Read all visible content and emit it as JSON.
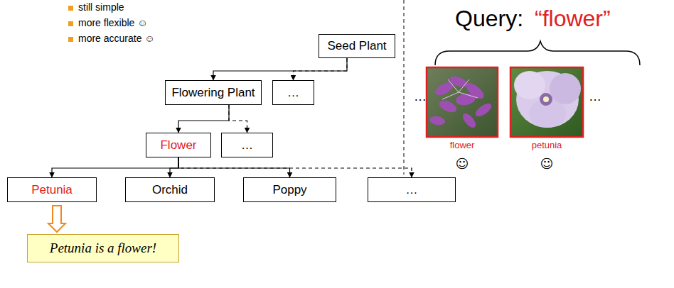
{
  "diagram": {
    "nodes": [
      {
        "text": [
          "Seed Plant"
        ]
      },
      {
        "text": [
          "Flowering Plant"
        ]
      },
      {
        "text": [
          "…"
        ]
      },
      {
        "text": [
          "Flower"
        ]
      },
      {
        "text": [
          "…"
        ]
      },
      {
        "text": [
          "Petunia"
        ]
      },
      {
        "text": [
          "Orchid"
        ]
      },
      {
        "text": [
          "Poppy"
        ]
      },
      {
        "text": [
          "…"
        ]
      },
      {
        "text": [
          "Petunia is a flower!"
        ]
      }
    ],
    "edges": [
      {
        "from": 0,
        "to": 1,
        "arrow": "to"
      },
      {
        "from": 0,
        "to": 2,
        "arrow": "to"
      },
      {
        "from": 1,
        "to": 3,
        "arrow": "to"
      },
      {
        "from": 1,
        "to": 4,
        "arrow": "to"
      },
      {
        "from": 3,
        "to": 5,
        "arrow": "to"
      },
      {
        "from": 3,
        "to": 6,
        "arrow": "to"
      },
      {
        "from": 3,
        "to": 7,
        "arrow": "to"
      },
      {
        "from": 3,
        "to": 8,
        "arrow": "to"
      },
      {
        "from": 5,
        "to": 9,
        "arrow": "to"
      }
    ],
    "labels": [
      "still simple",
      "more flexible ☺",
      "more accurate ☺",
      "Query:",
      "“flower”",
      "…",
      "flower",
      "petunia",
      "☺",
      "☺",
      "…"
    ]
  }
}
